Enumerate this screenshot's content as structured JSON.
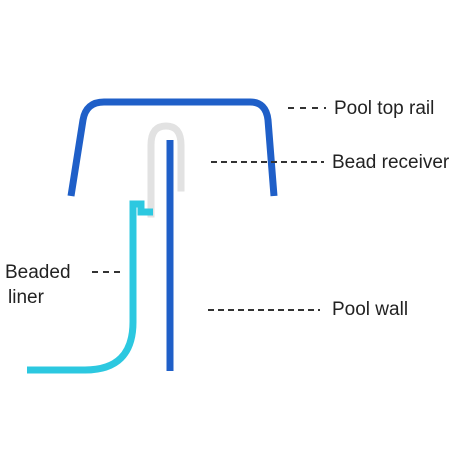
{
  "labels": {
    "pool_top_rail": "Pool top rail",
    "bead_receiver": "Bead receiver",
    "beaded_liner_line1": "Beaded",
    "beaded_liner_line2": "liner",
    "pool_wall": "Pool wall"
  },
  "colors": {
    "top_rail": "#1f5fc8",
    "pool_wall": "#1f5fc8",
    "bead_receiver": "#e2e2e2",
    "beaded_liner": "#2cc8e0",
    "leader_line": "#333333",
    "text": "#222222"
  }
}
